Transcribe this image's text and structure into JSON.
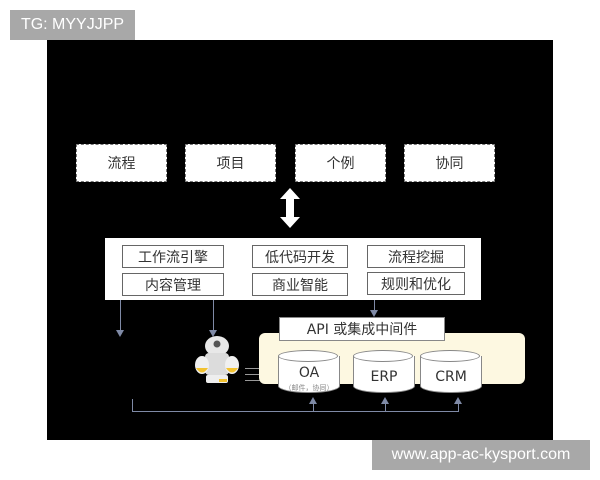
{
  "watermarks": {
    "top": "TG: MYYJJPP",
    "bottom": "www.app-ac-kysport.com"
  },
  "diagram": {
    "top_row": [
      "流程",
      "项目",
      "个例",
      "协同"
    ],
    "connector": "double-arrow-icon",
    "capabilities": [
      [
        "工作流引擎",
        "低代码开发",
        "流程挖掘"
      ],
      [
        "内容管理",
        "商业智能",
        "规则和优化"
      ]
    ],
    "middleware": "API 或集成中间件",
    "robot": "robot-icon",
    "systems": [
      {
        "name": "OA",
        "sub": "（邮件，协同）"
      },
      {
        "name": "ERP",
        "sub": ""
      },
      {
        "name": "CRM",
        "sub": ""
      }
    ],
    "colors": {
      "background": "#000000",
      "box": "#ffffff",
      "connector_line": "#7f8aa6",
      "integration_band": "#fdf8e1",
      "watermark": "#a8a8a8"
    }
  }
}
